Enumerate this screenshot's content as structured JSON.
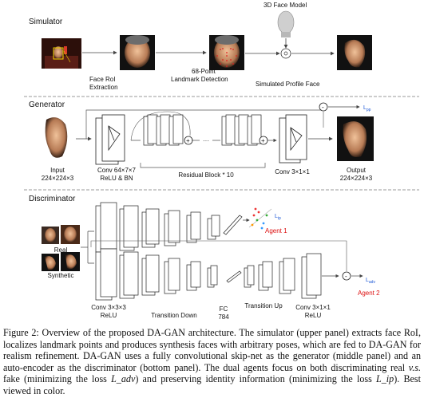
{
  "simulator": {
    "title": "Simulator",
    "model_label": "3D Face Model",
    "step1": [
      "Face RoI",
      "Extraction"
    ],
    "step2": [
      "68-Point",
      "Landmark Detection"
    ],
    "step3": "Simulated Profile Face"
  },
  "generator": {
    "title": "Generator",
    "input": [
      "Input",
      "224×224×3"
    ],
    "conv_in": [
      "Conv 64×7×7",
      "ReLU & BN"
    ],
    "residual": "Residual Block * 10",
    "conv_out": "Conv 3×1×1",
    "output": [
      "Output",
      "224×224×3"
    ],
    "loss": "L",
    "loss_sub": "pp",
    "ellipsis": "···"
  },
  "discriminator": {
    "title": "Discriminator",
    "real": "Real",
    "synthetic": "Synthetic",
    "conv_in": [
      "Conv 3×3×3",
      "ReLU"
    ],
    "transition_down": "Transition Down",
    "fc": [
      "FC",
      "784"
    ],
    "transition_up": "Transition Up",
    "conv_out": [
      "Conv 3×1×1",
      "ReLU"
    ],
    "agent1": "Agent 1",
    "agent2": "Agent 2",
    "loss_ip": "L",
    "loss_ip_sub": "ip",
    "loss_adv": "L",
    "loss_adv_sub": "adv",
    "minus": "-"
  },
  "caption": {
    "p1": "Figure 2: Overview of the proposed DA-GAN architecture. The simulator (upper panel) extracts face RoI, localizes landmark points and produces synthesis faces with arbitrary poses, which are fed to DA-GAN for realism refinement. DA-GAN uses a fully convolutional skip-net as the generator (middle panel) and an auto-encoder as the discriminator (bottom panel). The dual agents focus on both discriminating real ",
    "vs": "v.s.",
    "p2": " fake (minimizing the loss ",
    "ladv": "L_adv",
    "p3": ") and preserving identity information (minimizing the loss ",
    "lip": "L_ip",
    "p4": "). Best viewed in color."
  },
  "colors": {
    "agent": "#dd1111",
    "loss": "#1a57d6",
    "landmark": "#e02020",
    "roi": "#f2d400"
  }
}
